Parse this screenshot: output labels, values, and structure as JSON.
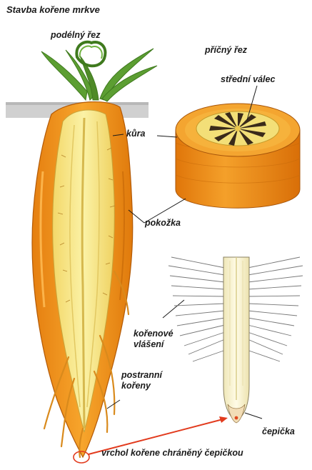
{
  "title": "Stavba kořene mrkve",
  "labels": {
    "longitudinal": "podélný řez",
    "cross": "příčný řez",
    "stele": "střední válec",
    "cortex": "kůra",
    "epidermis": "pokožka",
    "root_hairs": "kořenové\nvlášení",
    "lateral_roots": "postranní\nkořeny",
    "root_cap": "čepička",
    "root_tip": "vrchol kořene chráněný čepičkou"
  },
  "icons": [
    "carrot-longitudinal-illustration",
    "carrot-cross-section-illustration",
    "root-tip-illustration",
    "arrow-icon"
  ],
  "colors": {
    "carrot_outer": "#f39a1e",
    "carrot_inner": "#f6e77e",
    "stele": "#3a2a1a",
    "leaves": "#4f8f2a",
    "arrow": "#e23b1e",
    "soil": "#c8c8c8"
  }
}
